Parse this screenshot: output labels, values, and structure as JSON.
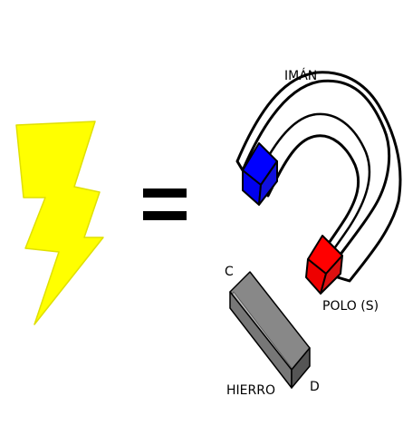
{
  "colors": {
    "lightning": "#ffff00",
    "equals": "#000000",
    "magnet_outline": "#000000",
    "magnet_body": "#ffffff",
    "pole_left": "#0000ff",
    "pole_right": "#ff0000",
    "iron_bar": "#888888"
  },
  "icons": {
    "left": "lightning-bolt-icon",
    "middle": "equals-sign-icon",
    "right": "horseshoe-magnet-icon",
    "bar": "iron-bar-icon"
  },
  "labels": {
    "magnet": "IMÁN",
    "pole": "POLO (S)",
    "iron": "HIERRO",
    "end_c": "C",
    "end_d": "D"
  }
}
